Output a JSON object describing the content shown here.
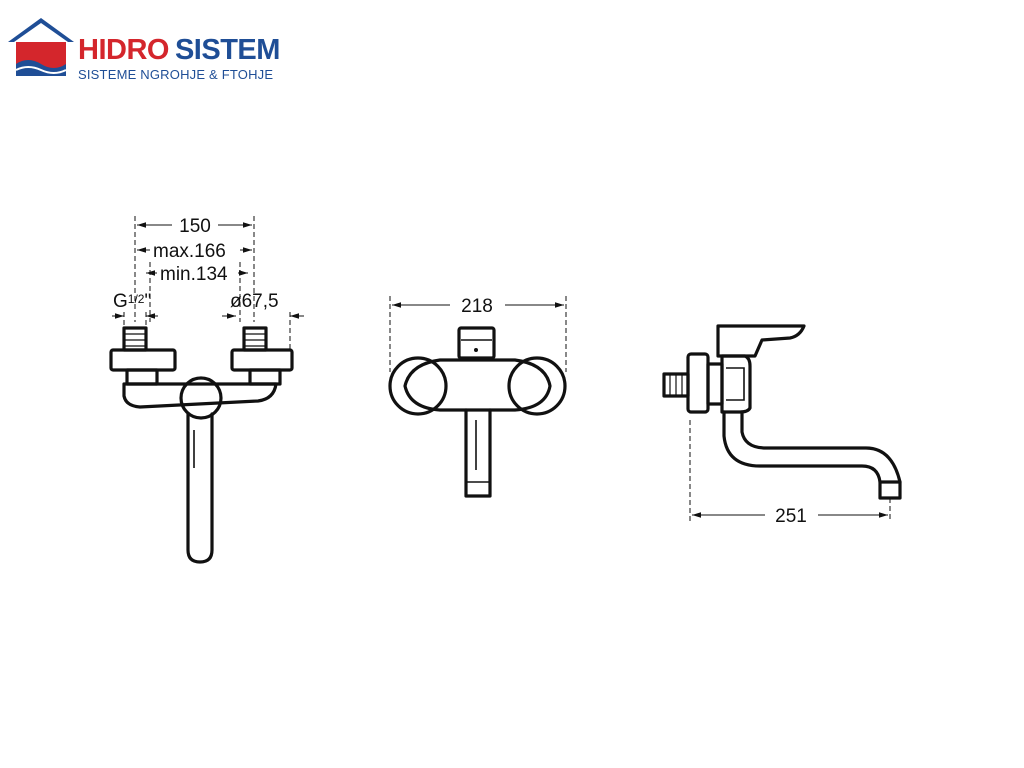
{
  "logo": {
    "brand_part1": "HIDRO",
    "brand_part2": "SISTEM",
    "tagline": "SISTEME NGROHJE & FTOHJE",
    "colors": {
      "red": "#d4262c",
      "blue": "#1f4e96"
    }
  },
  "dimensions": {
    "front": {
      "width": "150",
      "max": "max.166",
      "min": "min.134",
      "thread": "G",
      "thread_fraction": "1/2",
      "thread_unit": "\"",
      "diameter": "ø67,5"
    },
    "top": {
      "width": "218"
    },
    "side": {
      "length": "251"
    }
  }
}
